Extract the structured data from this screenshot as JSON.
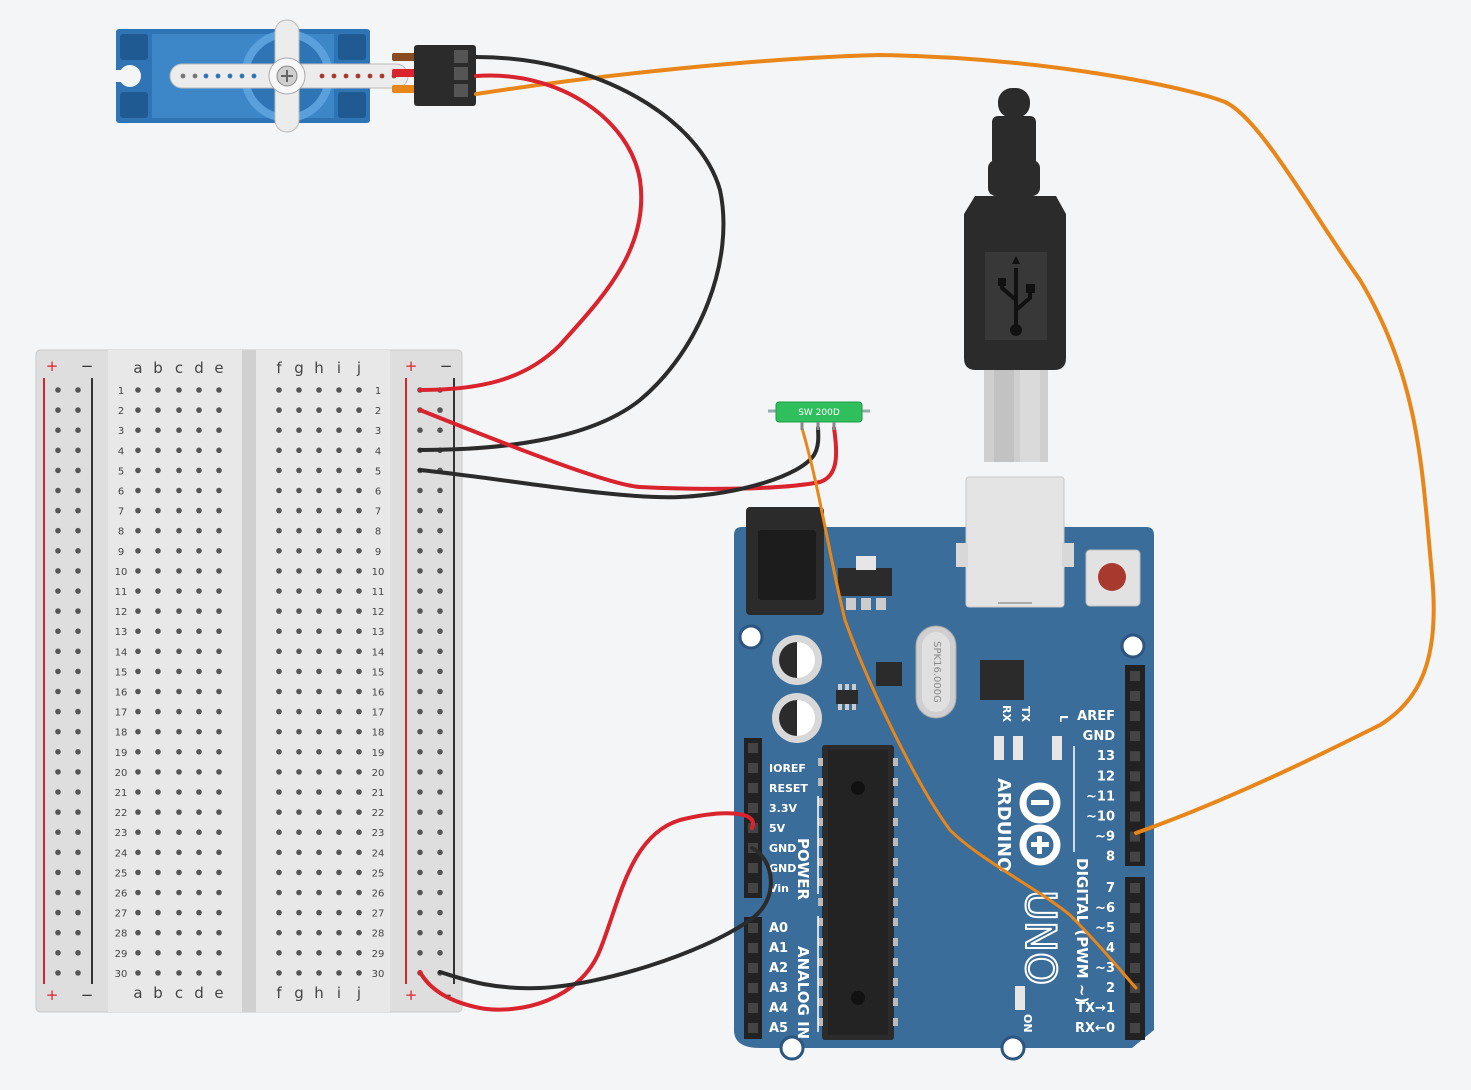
{
  "breadboard": {
    "rows": [
      "1",
      "2",
      "3",
      "4",
      "5",
      "6",
      "7",
      "8",
      "9",
      "10",
      "11",
      "12",
      "13",
      "14",
      "15",
      "16",
      "17",
      "18",
      "19",
      "20",
      "21",
      "22",
      "23",
      "24",
      "25",
      "26",
      "27",
      "28",
      "29",
      "30"
    ],
    "cols_left": [
      "a",
      "b",
      "c",
      "d",
      "e"
    ],
    "cols_right": [
      "f",
      "g",
      "h",
      "i",
      "j"
    ],
    "rail_plus": "+",
    "rail_minus": "−"
  },
  "tilt_switch": {
    "label": "SW 200D"
  },
  "arduino": {
    "brand": "ARDUINO",
    "model": "UNO",
    "crystal": "SPK16.000G",
    "power_section": "POWER",
    "analog_section": "ANALOG IN",
    "digital_section": "DIGITAL (PWM ~)",
    "led_rx": "RX",
    "led_tx": "TX",
    "led_l": "L",
    "led_on": "ON",
    "power_pins": [
      "IOREF",
      "RESET",
      "3.3V",
      "5V",
      "GND",
      "GND",
      "Vin"
    ],
    "analog_pins": [
      "A0",
      "A1",
      "A2",
      "A3",
      "A4",
      "A5"
    ],
    "digital_upper": [
      "AREF",
      "GND",
      "13",
      "12",
      "~11",
      "~10",
      "~9",
      "8"
    ],
    "digital_lower": [
      "7",
      "~6",
      "~5",
      "4",
      "~3",
      "2",
      "TX→1",
      "RX←0"
    ]
  },
  "colors": {
    "board_blue": "#3a6d9a",
    "wire_red": "#d9232d",
    "wire_black": "#2b2b2b",
    "wire_orange": "#e8861a",
    "switch_green": "#2fbf5c",
    "servo_blue": "#2f74b5"
  }
}
